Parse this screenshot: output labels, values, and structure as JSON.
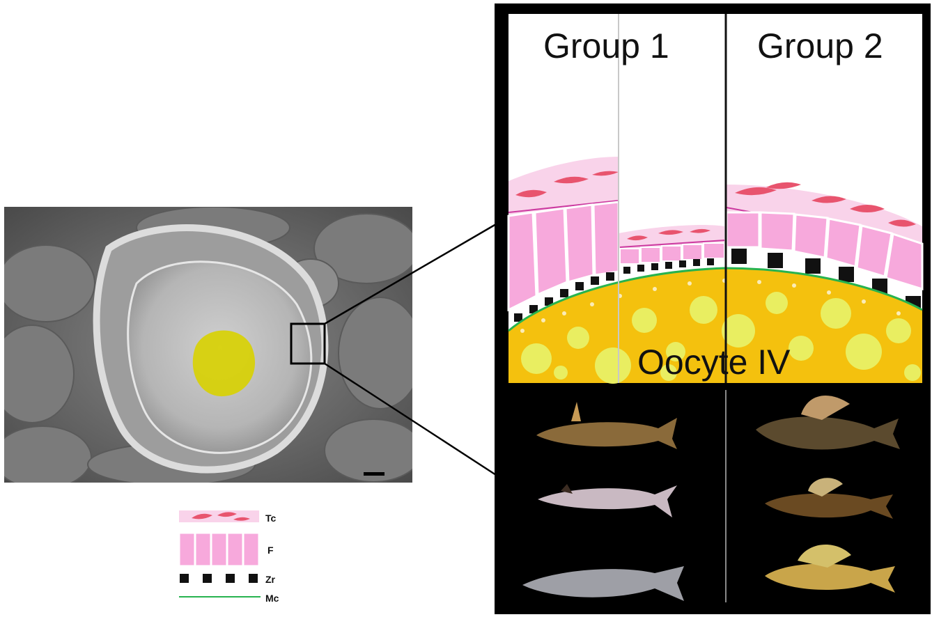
{
  "schematic": {
    "group1_title": "Group 1",
    "group2_title": "Group 2",
    "oocyte_label": "Oocyte IV"
  },
  "legend": {
    "items": [
      {
        "key": "Tc",
        "label": "Tc"
      },
      {
        "key": "F",
        "label": "F"
      },
      {
        "key": "Zr",
        "label": "Zr"
      },
      {
        "key": "Mc",
        "label": "Mc"
      }
    ]
  },
  "colors": {
    "theca": "#f9d3ea",
    "theca_cell": "#e8546e",
    "follicle": "#f7a9dc",
    "zona": "#111111",
    "membrane": "#27b34f",
    "yolk": "#f4c10e",
    "yolk_globule": "#e9ee61",
    "highlight": "#d8d200"
  }
}
